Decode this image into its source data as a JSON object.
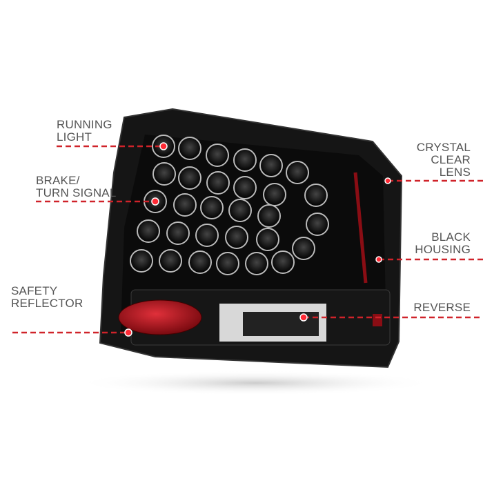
{
  "callouts": {
    "running_light": [
      "RUNNING",
      "LIGHT"
    ],
    "brake_turn_signal": [
      "BRAKE/",
      "TURN SIGNAL"
    ],
    "safety_reflector": [
      "SAFETY",
      "REFLECTOR"
    ],
    "crystal_clear_lens": [
      "CRYSTAL",
      "CLEAR",
      "LENS"
    ],
    "black_housing": [
      "BLACK",
      "HOUSING"
    ],
    "reverse": [
      "REVERSE"
    ]
  },
  "colors": {
    "accent": "#d0232a",
    "label": "#555555",
    "housing": "#111111"
  }
}
